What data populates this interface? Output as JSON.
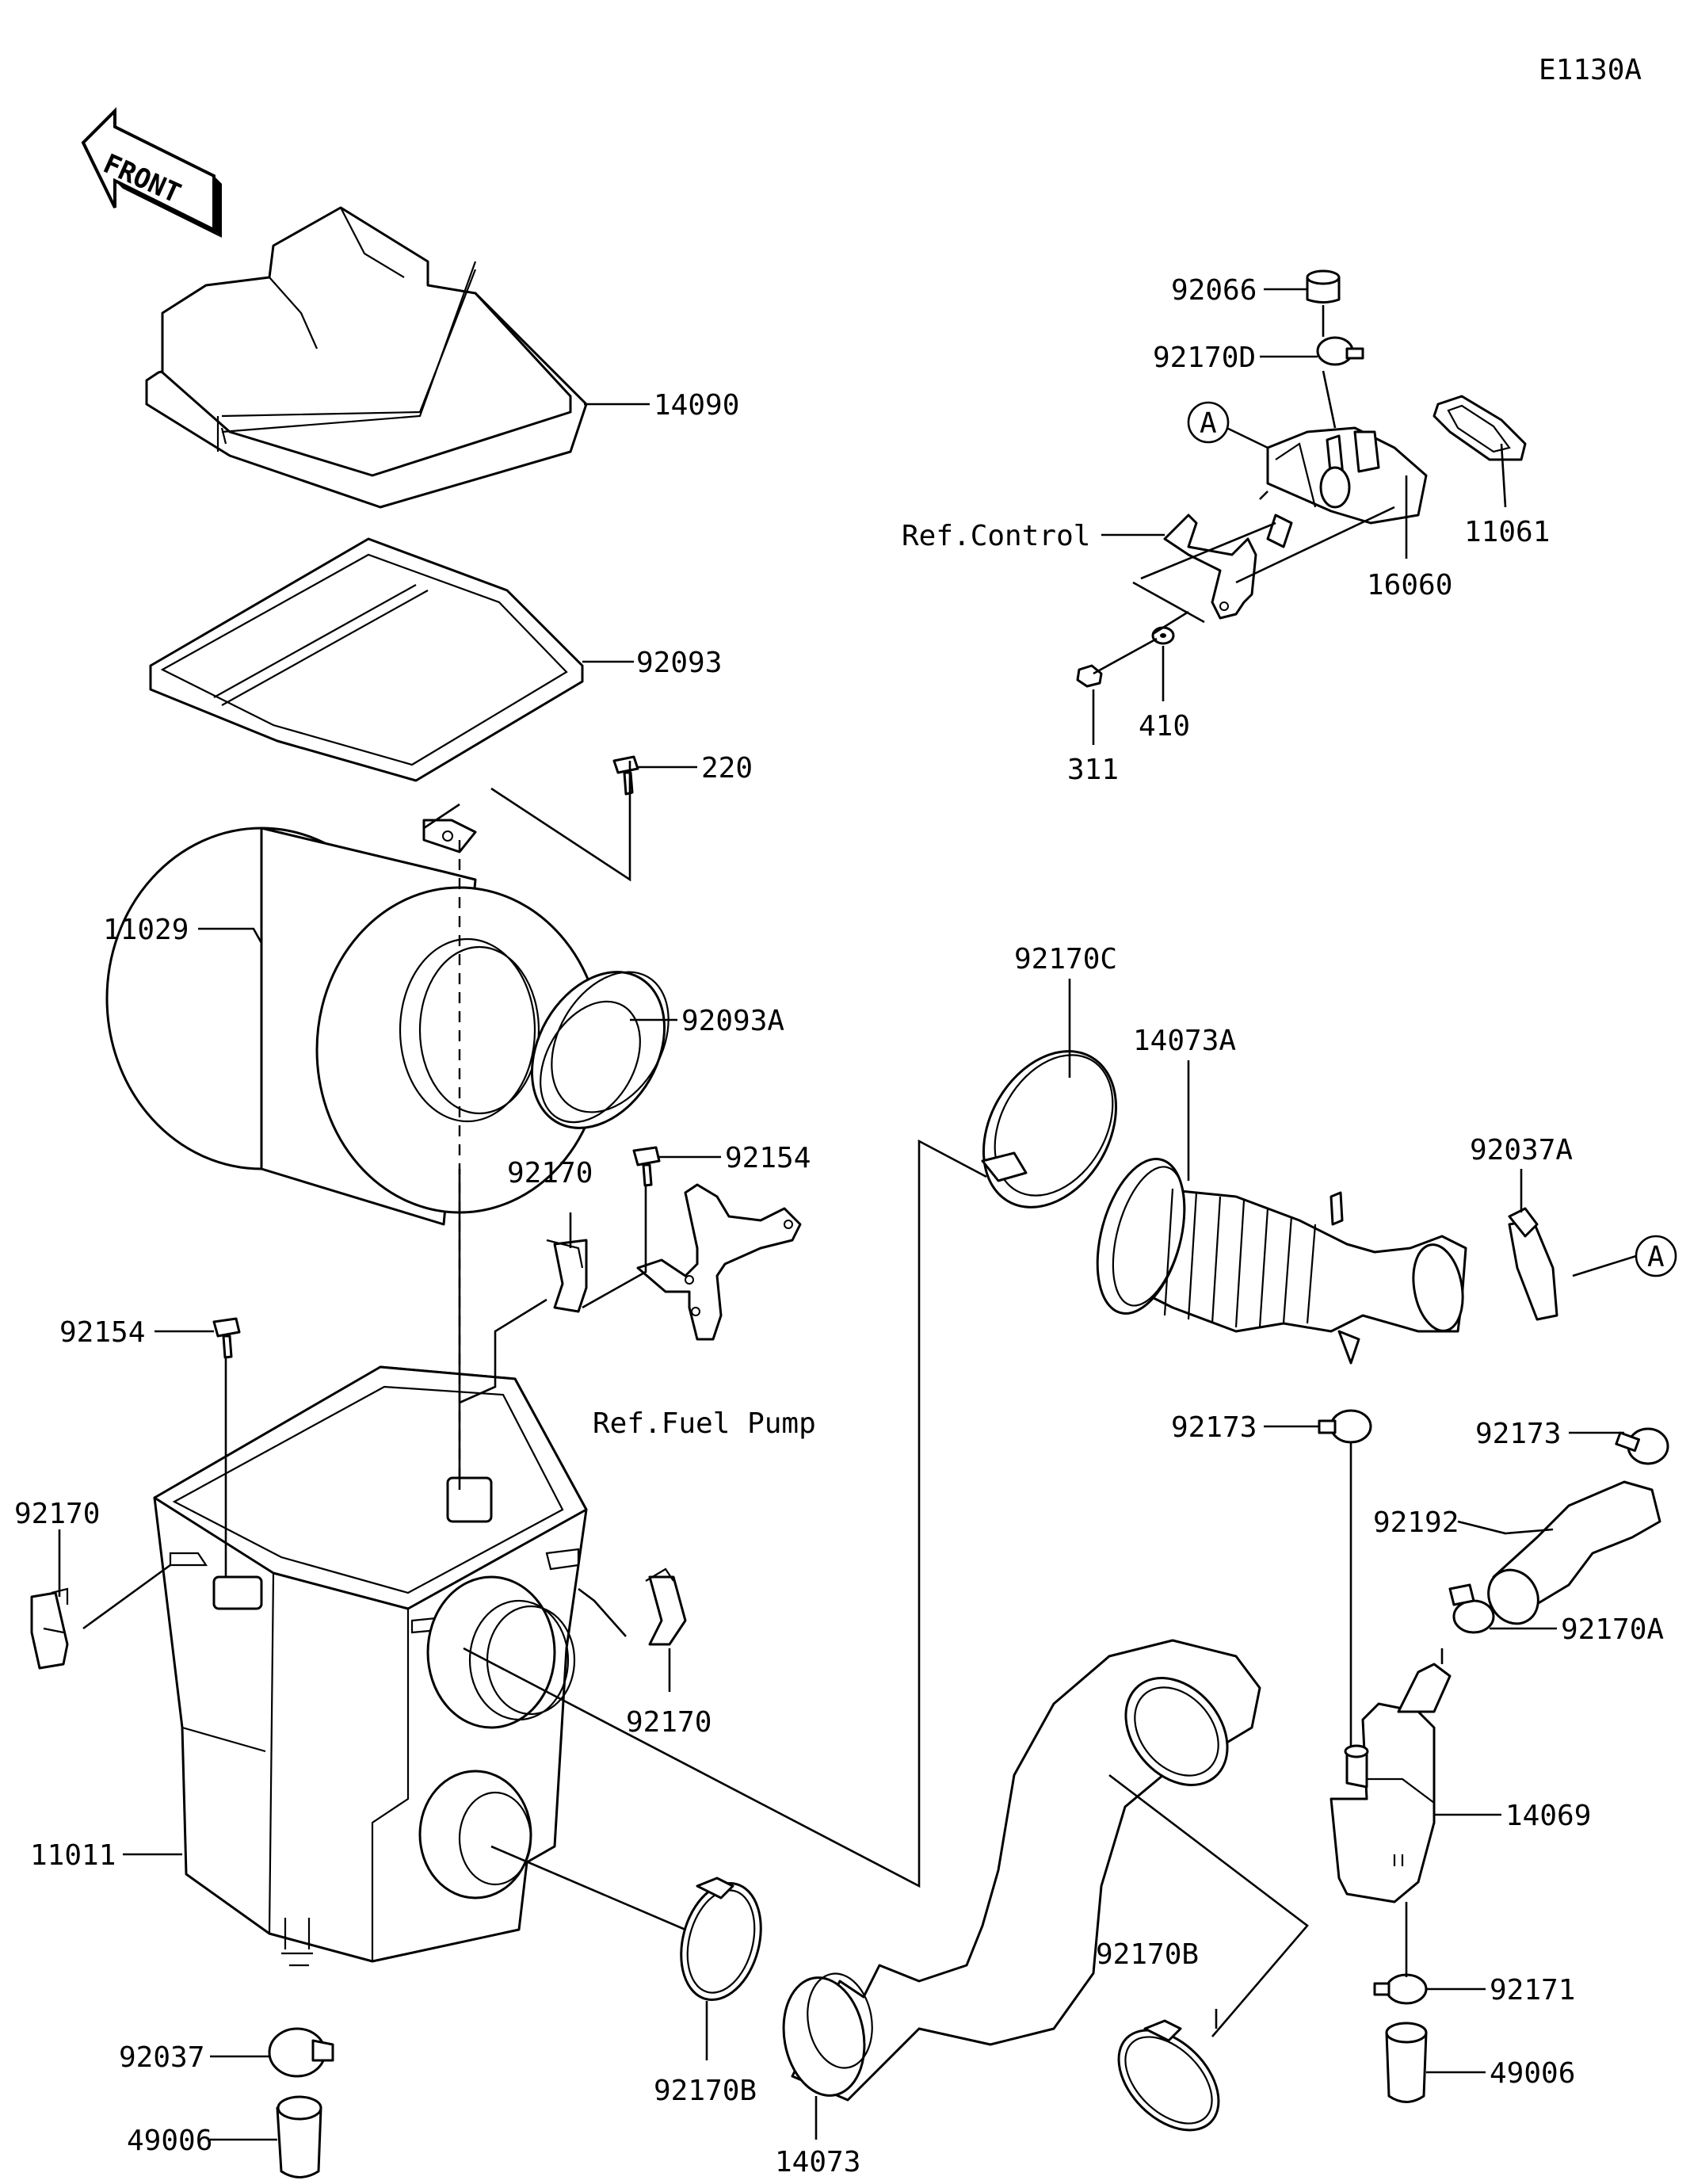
{
  "diagram_code": "E1130A",
  "front_marker": "FRONT",
  "callout_letter": "A",
  "refs": {
    "control": "Ref.Control",
    "fuel_pump": "Ref.Fuel Pump"
  },
  "parts": {
    "p14090": "14090",
    "p92093": "92093",
    "p220": "220",
    "p11029": "11029",
    "p92093A": "92093A",
    "p92170_top": "92170",
    "p92154_top": "92154",
    "p92154_left": "92154",
    "p92170_left": "92170",
    "p92170_right": "92170",
    "p11011": "11011",
    "p92037": "92037",
    "p49006_left": "49006",
    "p92170B_left": "92170B",
    "p14073": "14073",
    "p92170B_right": "92170B",
    "p92170C": "92170C",
    "p14073A": "14073A",
    "p92037A": "92037A",
    "p92173_left": "92173",
    "p92173_right": "92173",
    "p92192": "92192",
    "p92170A": "92170A",
    "p14069": "14069",
    "p92171": "92171",
    "p49006_right": "49006",
    "p92066": "92066",
    "p92170D": "92170D",
    "p11061": "11061",
    "p16060": "16060",
    "p311": "311",
    "p410": "410"
  }
}
